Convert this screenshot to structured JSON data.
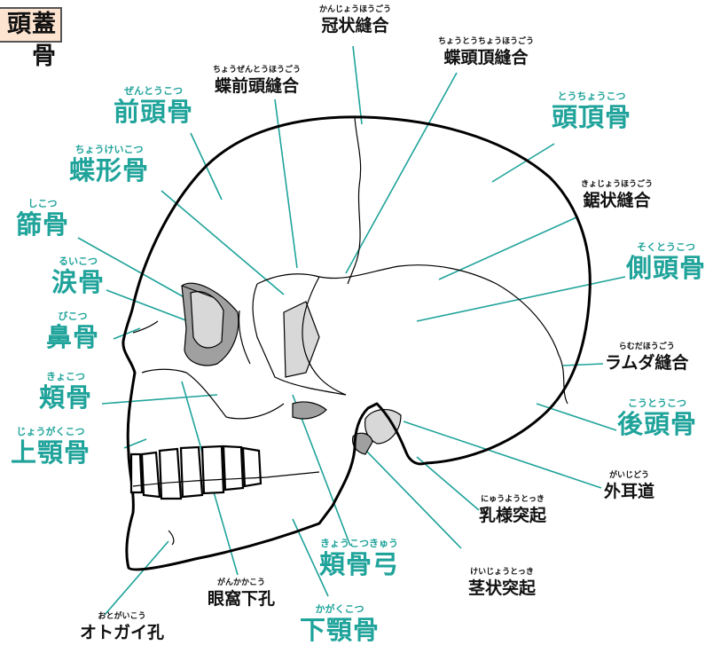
{
  "title": "頭蓋骨",
  "labels": {
    "zento": {
      "ruby": "ぜんとうこつ",
      "name": "前頭骨"
    },
    "choukei": {
      "ruby": "ちょうけいこつ",
      "name": "蝶形骨"
    },
    "shikotsu": {
      "ruby": "しこつ",
      "name": "篩骨"
    },
    "ruikotsu": {
      "ruby": "るいこつ",
      "name": "涙骨"
    },
    "bikotsu": {
      "ruby": "びこつ",
      "name": "鼻骨"
    },
    "kyokotsu": {
      "ruby": "きょこつ",
      "name": "頬骨"
    },
    "jougaku": {
      "ruby": "じょうがくこつ",
      "name": "上顎骨"
    },
    "toucho": {
      "ruby": "とうちょうこつ",
      "name": "頭頂骨"
    },
    "sokuto": {
      "ruby": "そくとうこつ",
      "name": "側頭骨"
    },
    "kouto": {
      "ruby": "こうとうこつ",
      "name": "後頭骨"
    },
    "kyoukotsukyu": {
      "ruby": "きょうこつきゅう",
      "name": "頬骨弓"
    },
    "kagaku": {
      "ruby": "かがくこつ",
      "name": "下顎骨"
    },
    "kanjou": {
      "ruby": "かんじょうほうごう",
      "name": "冠状縫合"
    },
    "chouzen": {
      "ruby": "ちょうぜんとうほうごう",
      "name": "蝶前頭縫合"
    },
    "choutouchou": {
      "ruby": "ちょうとうちょうほうごう",
      "name": "蝶頭頂縫合"
    },
    "kyojou": {
      "ruby": "きょじょうほうごう",
      "name": "鋸状縫合"
    },
    "ramuda": {
      "ruby": "らむだほうごう",
      "name": "ラムダ縫合"
    },
    "gaiji": {
      "ruby": "がいじどう",
      "name": "外耳道"
    },
    "nyuuyou": {
      "ruby": "にゅうようとっき",
      "name": "乳様突起"
    },
    "keijou": {
      "ruby": "けいじょうとっき",
      "name": "茎状突起"
    },
    "gankaka": {
      "ruby": "がんかかこう",
      "name": "眼窩下孔"
    },
    "otogai": {
      "ruby": "おとがいこう",
      "name": "オトガイ孔"
    }
  },
  "colors": {
    "accent_teal": "#1fa39a",
    "title_bg": "#fde4d0",
    "bone_outline": "#000000",
    "shade_gray": "#a0a0a0",
    "light_gray": "#d8d8d8"
  }
}
